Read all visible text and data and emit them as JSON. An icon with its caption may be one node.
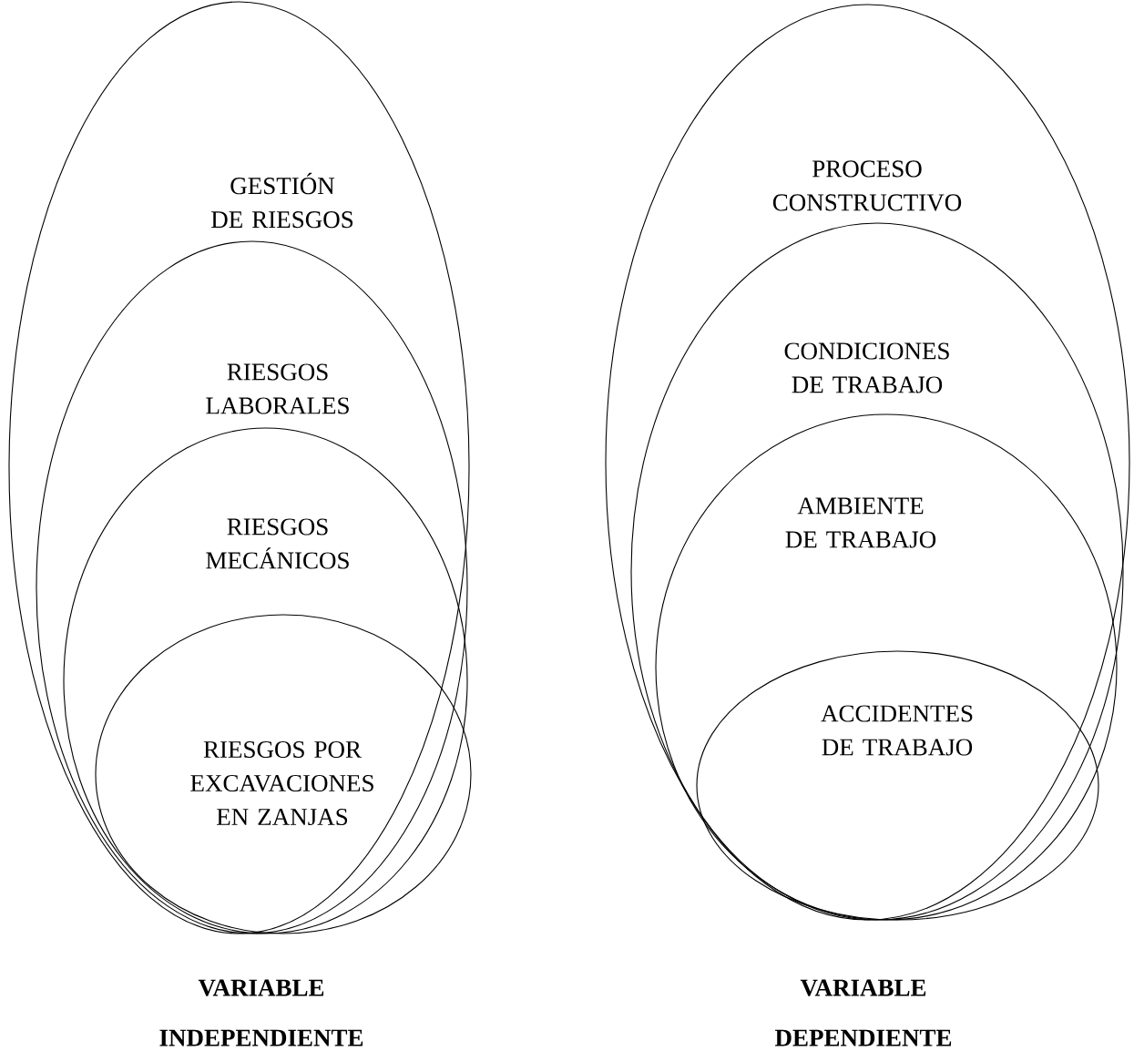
{
  "diagram": {
    "nodes": [
      {
        "text": [
          "GESTIÓN DE RIESGOS"
        ]
      },
      {
        "text": [
          "RIESGOS LABORALES"
        ],
        "in": 0
      },
      {
        "text": [
          "RIESGOS MECÁNICOS"
        ],
        "in": 1
      },
      {
        "text": [
          "RIESGOS POR EXCAVACIONES EN ZANJAS"
        ],
        "in": 2
      },
      {
        "text": [
          "PROCESO CONSTRUCTIVO"
        ]
      },
      {
        "text": [
          "CONDICIONES DE TRABAJO"
        ],
        "in": 4
      },
      {
        "text": [
          "AMBIENTE DE TRABAJO"
        ],
        "in": 5
      },
      {
        "text": [
          "ACCIDENTES DE TRABAJO"
        ],
        "in": 6
      }
    ],
    "edges": [],
    "labels": [
      "VARIABLE INDEPENDIENTE",
      "VARIABLE DEPENDIENTE"
    ]
  }
}
